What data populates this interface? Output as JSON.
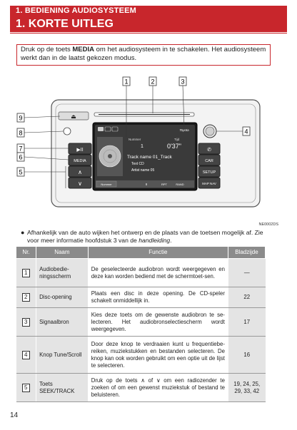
{
  "header": {
    "section": "1. BEDIENING AUDIOSYSTEEM",
    "title": "1. KORTE UITLEG"
  },
  "intro": {
    "before": "Druk op de toets ",
    "bold": "MEDIA",
    "after": " om het audiosysteem in te schakelen. Het audiosysteem werkt dan in de laatst gekozen modus."
  },
  "figure": {
    "callouts": [
      "1",
      "2",
      "3",
      "4",
      "5",
      "6",
      "7",
      "8",
      "9"
    ],
    "code": "NE0002DS",
    "buttons_left": [
      "▶II",
      "MEDIA",
      "∧",
      "∨"
    ],
    "buttons_right": [
      "CAR",
      "SETUP",
      "MAP NAV"
    ],
    "screen": {
      "track_label": "Nummer",
      "time_label": "Tijd",
      "track_number": "1",
      "time": "0'37\"",
      "track_name": "Track name 01_Track",
      "source_text": "Text CD",
      "artist": "Artist name 05",
      "bottom_tabs": [
        "Nummer",
        "II",
        "RPT",
        "RAND"
      ],
      "brand": "Toyota"
    }
  },
  "note": {
    "text_before": "Afhankelijk van de auto wijken het ontwerp en de plaats van de toetsen mogelijk af. Zie voor meer informatie hoofdstuk 3 van de ",
    "italic": "handleiding",
    "text_after": "."
  },
  "table": {
    "headers": [
      "Nr.",
      "Naam",
      "Functie",
      "Bladzijde"
    ],
    "rows": [
      {
        "nr": "1",
        "name": "Audiobedie-ningsscherm",
        "function": "De geselecteerde audiobron wordt weergegeven en deze kan worden bediend met de schermtoet-sen.",
        "page": "—"
      },
      {
        "nr": "2",
        "name": "Disc-opening",
        "function": "Plaats een disc in deze opening. De CD-speler schakelt onmiddellijk in.",
        "page": "22"
      },
      {
        "nr": "3",
        "name": "Signaalbron",
        "function": "Kies deze toets om de gewenste audiobron te se-lecteren. Het audiobronselectiescherm wordt weergegeven.",
        "page": "17"
      },
      {
        "nr": "4",
        "name": "Knop Tune/Scroll",
        "function": "Door deze knop te verdraaien kunt u frequentiebe-reiken, muziekstukken en bestanden selecteren. De knop kan ook worden gebruikt om een optie uit de lijst te selecteren.",
        "page": "16"
      },
      {
        "nr": "5",
        "name": "Toets SEEK/TRACK",
        "function": "Druk op de toets ∧ of ∨ om een radiozender te zoeken of om een gewenst muziekstuk of bestand te beluisteren.",
        "page": "19, 24, 25, 29, 33, 42"
      }
    ]
  },
  "page_number": "14"
}
